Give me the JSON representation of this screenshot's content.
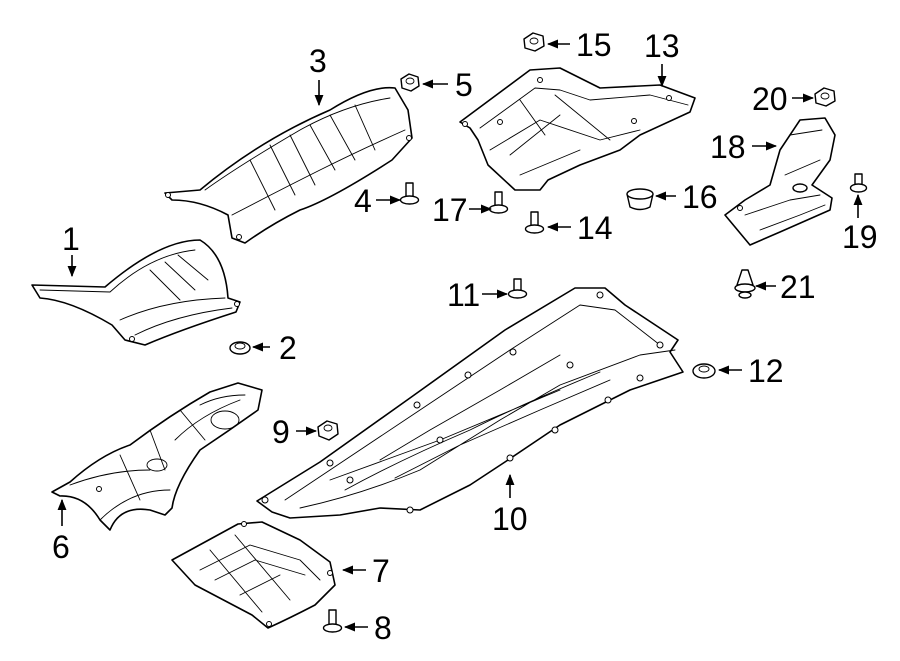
{
  "diagram": {
    "background": "#ffffff",
    "line_color": "#000000",
    "callouts": [
      "1",
      "2",
      "3",
      "4",
      "5",
      "6",
      "7",
      "8",
      "9",
      "10",
      "11",
      "12",
      "13",
      "14",
      "15",
      "16",
      "17",
      "18",
      "19",
      "20",
      "21"
    ]
  }
}
